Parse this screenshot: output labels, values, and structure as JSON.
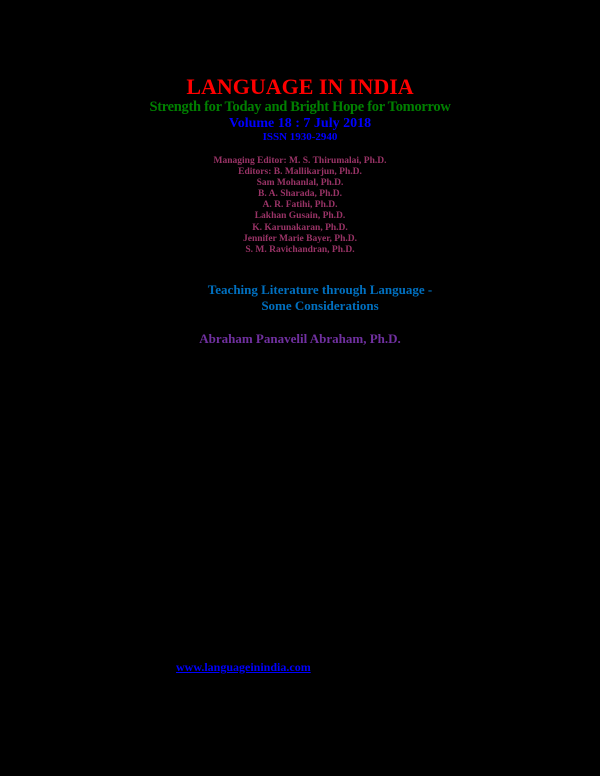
{
  "masthead": {
    "journal_title": "LANGUAGE IN INDIA",
    "tagline": "Strength for Today and Bright Hope for Tomorrow",
    "volume": "Volume 18 : 7 July 2018",
    "issn": "ISSN 1930-2940"
  },
  "editors": [
    "Managing Editor: M. S. Thirumalai, Ph.D.",
    "Editors: B. Mallikarjun, Ph.D.",
    "Sam Mohanlal, Ph.D.",
    "B. A. Sharada, Ph.D.",
    "A. R. Fatihi, Ph.D.",
    "Lakhan Gusain, Ph.D.",
    "K. Karunakaran, Ph.D.",
    "Jennifer Marie Bayer, Ph.D.",
    "S. M. Ravichandran, Ph.D."
  ],
  "article": {
    "title_line1": "Teaching Literature through Language -",
    "title_line2": "Some Considerations",
    "author": "Abraham Panavelil Abraham, Ph.D."
  },
  "footer": {
    "website": "www.languageinindia.com"
  },
  "colors": {
    "background": "#000000",
    "journal_title": "#ff0000",
    "tagline": "#008000",
    "volume": "#0000ff",
    "editors": "#993366",
    "article_title": "#0070c0",
    "author": "#7030a0",
    "link": "#0000ff"
  }
}
